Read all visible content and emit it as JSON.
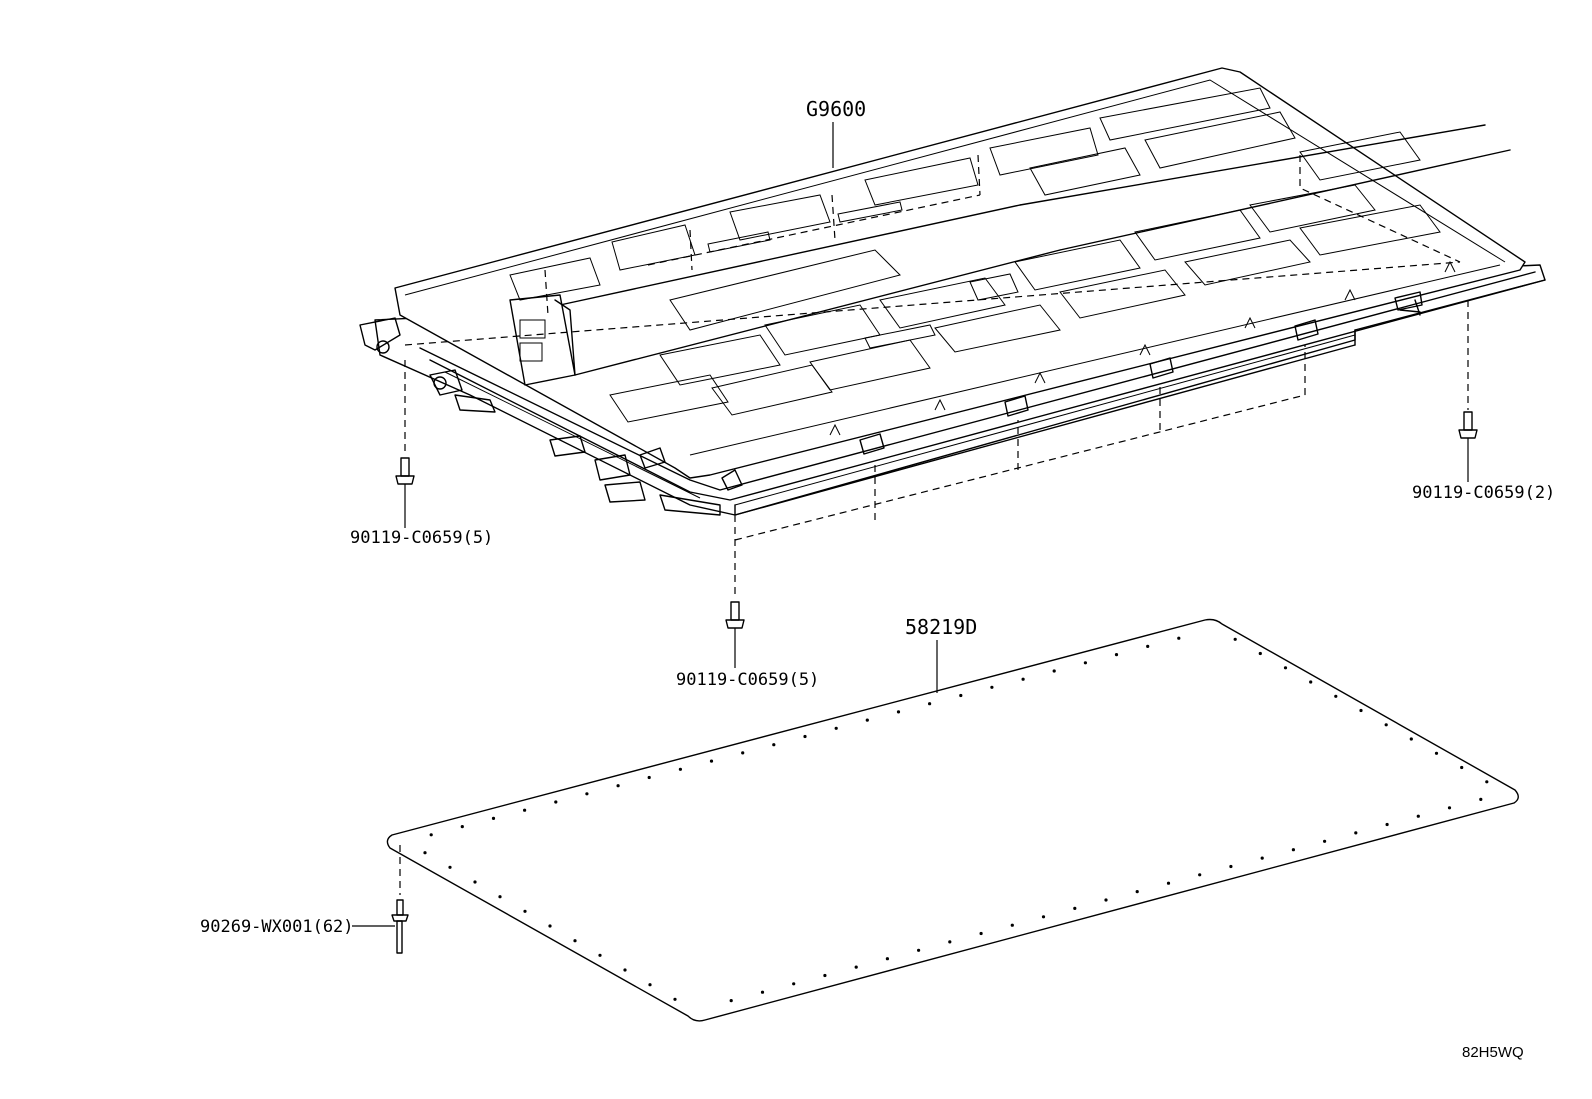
{
  "callouts": {
    "battery_assembly": "G9600",
    "bolt_left": "90119-C0659(5)",
    "bolt_right": "90119-C0659(2)",
    "bolt_center": "90119-C0659(5)",
    "cover_plate": "58219D",
    "rivet": "90269-WX001(62)"
  },
  "illustration_code": "82H5WQ"
}
